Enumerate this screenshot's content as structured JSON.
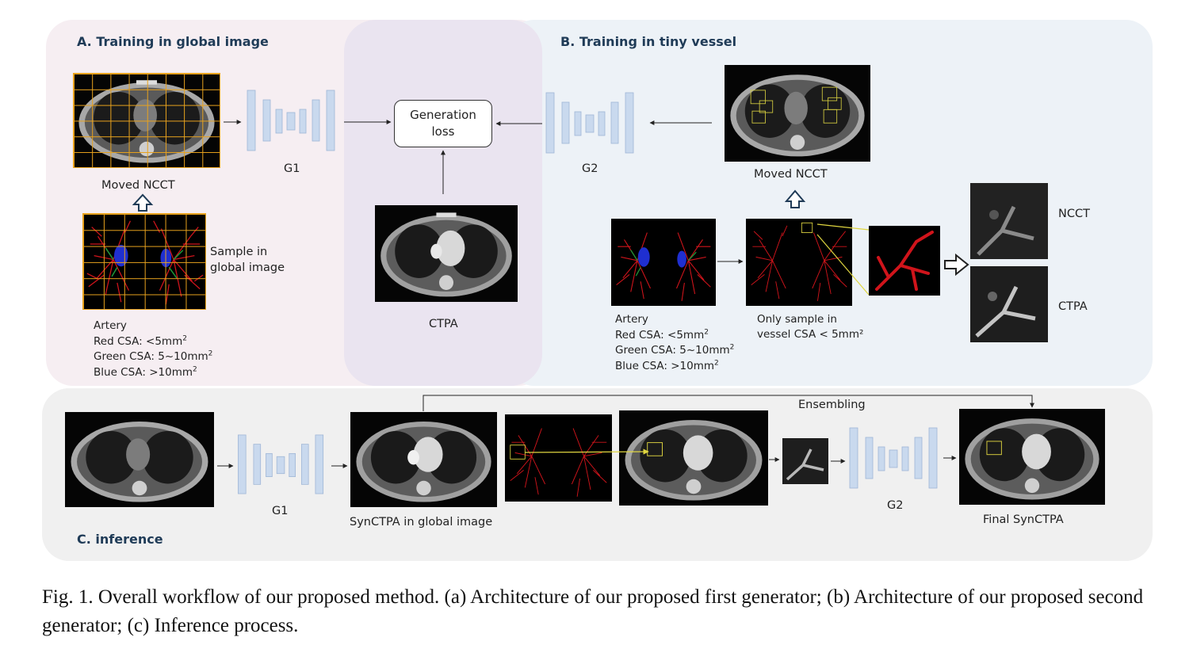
{
  "panels": {
    "a_title": "A. Training in global image",
    "b_title": "B. Training in tiny vessel",
    "c_title": "C. inference"
  },
  "labels": {
    "moved_ncct_a": "Moved NCCT",
    "moved_ncct_b": "Moved NCCT",
    "g1_a": "G1",
    "g2_b": "G2",
    "g1_c": "G1",
    "g2_c": "G2",
    "ctpa": "CTPA",
    "sample_global_1": "Sample in",
    "sample_global_2": "global image",
    "only_sample_1": "Only sample in",
    "only_sample_2": "vessel CSA < 5mm²",
    "ncct_crop": "NCCT",
    "ctpa_crop": "CTPA",
    "ensembling": "Ensembling",
    "syn_global": "SynCTPA in global image",
    "final_syn": "Final SynCTPA"
  },
  "generation_loss": {
    "line1": "Generation",
    "line2": "loss"
  },
  "legend": {
    "title": "Artery",
    "red_prefix": "Red CSA: <5mm",
    "green_prefix": "Green CSA: 5~10mm",
    "blue_prefix": "Blue CSA: >10mm",
    "sup": "2"
  },
  "caption": "Fig. 1. Overall workflow of our proposed method. (a) Architecture of our proposed first generator; (b) Architecture of our proposed second generator; (c) Inference process.",
  "colors": {
    "panel_title": "#1f3b57",
    "grid": "#e8a21d",
    "vessel_red": "#d0141b",
    "vessel_green": "#1e9a3a",
    "vessel_blue": "#1f2fd0",
    "net_block": "#c9d9ee"
  }
}
